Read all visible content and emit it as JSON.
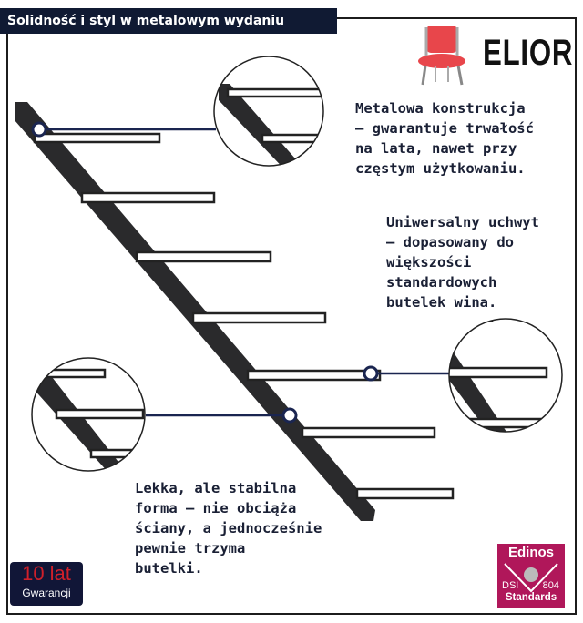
{
  "header": {
    "title": "Solidność i styl w metalowym wydaniu"
  },
  "brand": {
    "name": "ELIOR",
    "logo_icon": "chair-icon",
    "accent": "#e8464b"
  },
  "features": [
    {
      "lines": [
        "Metalowa konstrukcja",
        "– gwarantuje trwałość",
        "na lata, nawet przy",
        "częstym użytkowaniu."
      ]
    },
    {
      "lines": [
        "Uniwersalny uchwyt",
        "– dopasowany do",
        "większości",
        "standardowych",
        "butelek wina."
      ]
    },
    {
      "lines": [
        "Lekka, ale stabilna",
        "forma – nie obciąża",
        "ściany, a jednocześnie",
        "pewnie trzyma",
        "butelki."
      ]
    }
  ],
  "warranty": {
    "number": "10 lat",
    "label": "Gwarancji"
  },
  "certificate": {
    "name": "Edinos",
    "code_left": "DSI",
    "code_right": "804",
    "label": "Standards",
    "color": "#b0175a"
  }
}
